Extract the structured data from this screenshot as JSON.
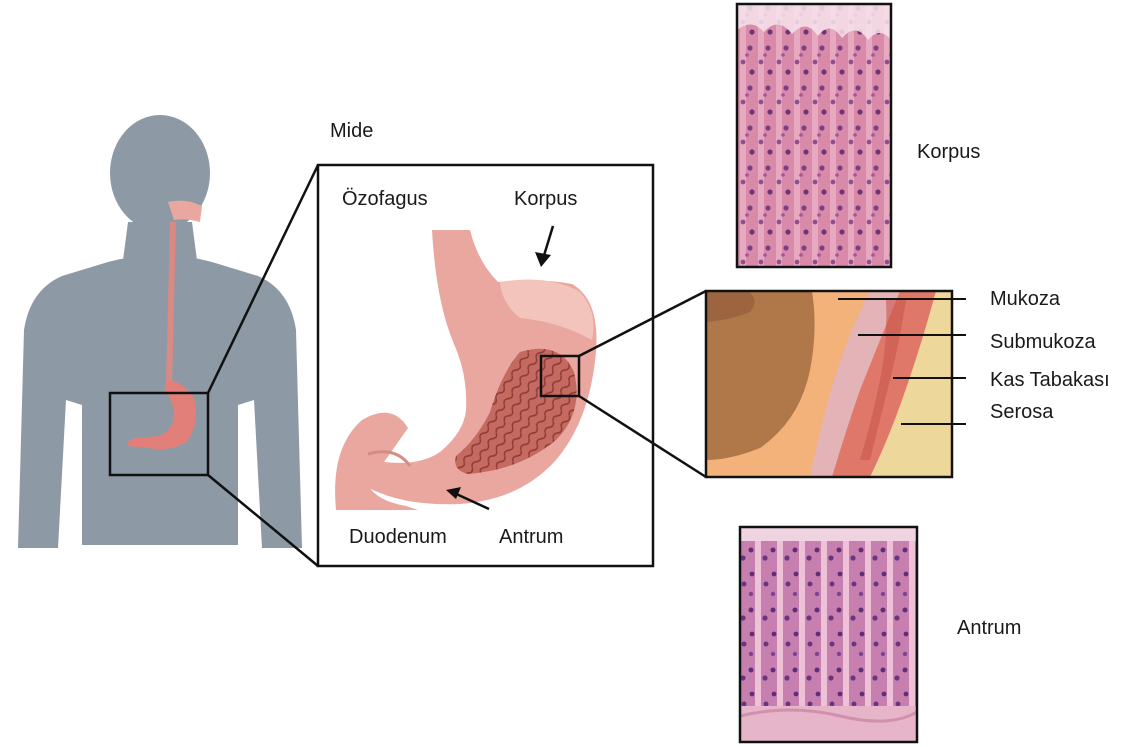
{
  "title": "Mide",
  "stomach_labels": {
    "esophagus": "Özofagus",
    "corpus": "Korpus",
    "duodenum": "Duodenum",
    "antrum": "Antrum"
  },
  "layer_labels": {
    "mucosa": "Mukoza",
    "submucosa": "Submukoza",
    "muscle": "Kas Tabakası",
    "serosa": "Serosa"
  },
  "histology_labels": {
    "corpus": "Korpus",
    "antrum": "Antrum"
  },
  "colors": {
    "silhouette": "#8d9aa6",
    "stomach": "#e9a7a0",
    "stomach_dark": "#c9675f",
    "histo_pink": "#d98aa8",
    "histo_purple": "#8e4f8f",
    "layer_mucosa": "#b07848",
    "layer_submucosa": "#f2b27a",
    "layer_muscle": "#e0786a",
    "layer_serosa": "#eed79a"
  }
}
